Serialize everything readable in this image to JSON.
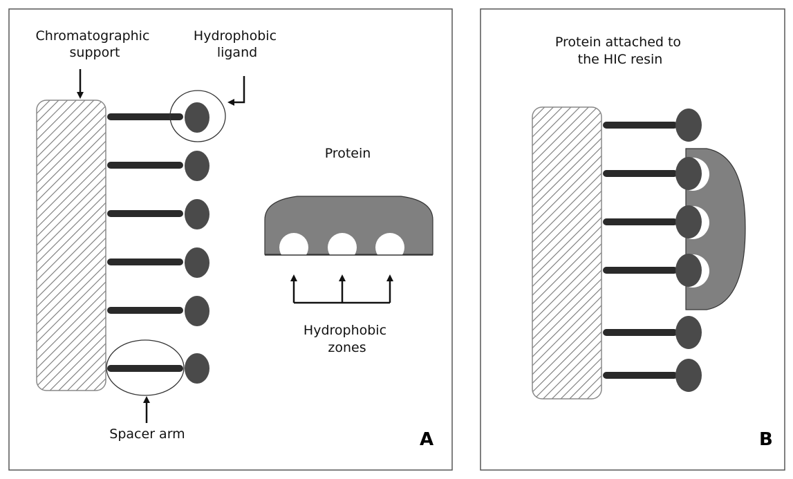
{
  "colors": {
    "ligand": "#4a4a4a",
    "arm": "#2a2a2a",
    "protein": "#808080",
    "support_hatch": "#777777",
    "frame": "#555555"
  },
  "panel_a": {
    "letter": "A",
    "label_support": [
      "Chromatographic",
      "support"
    ],
    "label_ligand": [
      "Hydrophobic",
      "ligand"
    ],
    "label_protein": "Protein",
    "label_zones": [
      "Hydrophobic",
      "zones"
    ],
    "label_spacer": "Spacer arm",
    "ligand_count": 6
  },
  "panel_b": {
    "letter": "B",
    "label_title": [
      "Protein attached to",
      "the HIC resin"
    ],
    "ligand_count": 6,
    "bound_ligand_count": 3
  }
}
